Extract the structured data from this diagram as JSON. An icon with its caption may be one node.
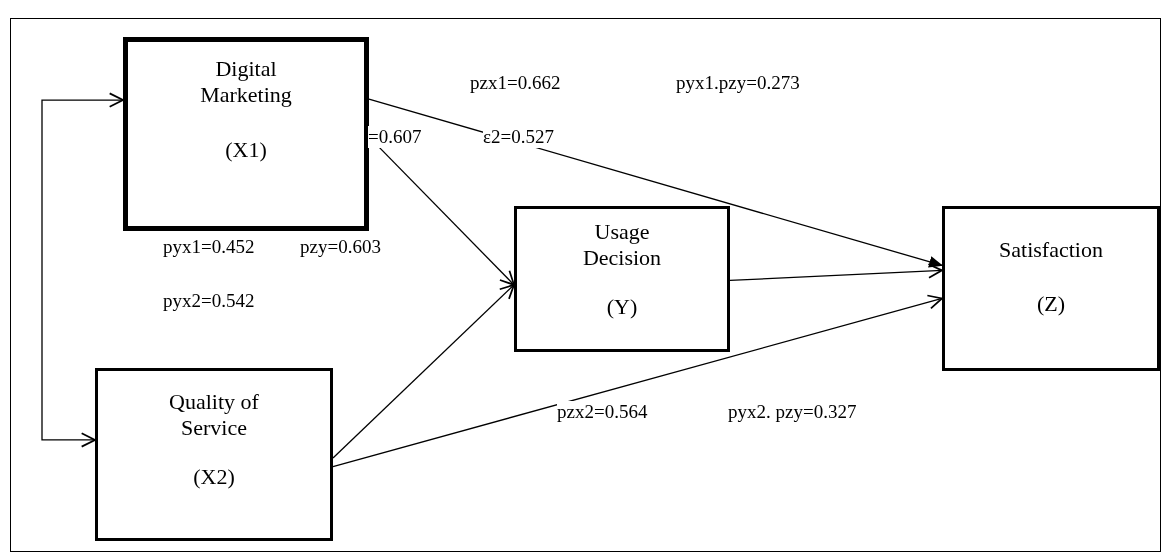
{
  "diagram": {
    "nodes": [
      {
        "text": [
          "Digital Marketing",
          "(X1)"
        ]
      },
      {
        "text": [
          "Usage Decision",
          "(Y)"
        ]
      },
      {
        "text": [
          "Satisfaction",
          "(Z)"
        ]
      },
      {
        "text": [
          "Quality of Service",
          "(X2)"
        ]
      }
    ],
    "edges": [
      {
        "from": 0,
        "to": 3,
        "arrow": "both"
      },
      {
        "from": 0,
        "to": 2,
        "arrow": "to"
      },
      {
        "from": 0,
        "to": 1,
        "arrow": "to"
      },
      {
        "from": 1,
        "to": 2,
        "arrow": "to"
      },
      {
        "from": 3,
        "to": 1,
        "arrow": "to"
      },
      {
        "from": 3,
        "to": 2,
        "arrow": "to"
      }
    ],
    "labels": [
      "pzx1=0.662",
      "pyx1.pzy=0.273",
      "=0.607",
      "ε2=0.527",
      "pyx1=0.452",
      "pzy=0.603",
      "pyx2=0.542",
      "pzx2=0.564",
      "pyx2. pzy=0.327"
    ]
  }
}
